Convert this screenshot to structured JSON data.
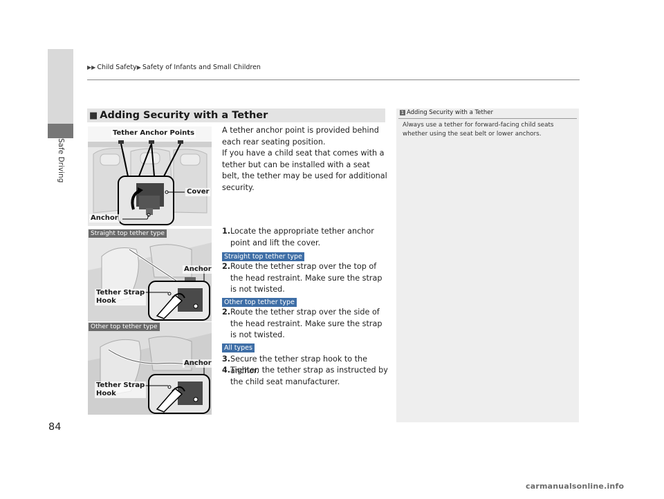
{
  "breadcrumb": {
    "part1": "Child Safety",
    "part2": "Safety of Infants and Small Children"
  },
  "side_label": "Safe Driving",
  "page_number": "84",
  "section": {
    "title": "Adding Security with a Tether"
  },
  "intro": [
    "A tether anchor point is provided behind each rear seating position.",
    "If you have a child seat that comes with a tether but can be installed with a seat belt, the tether may be used for additional security."
  ],
  "steps": [
    {
      "num": "1.",
      "text": "Locate the appropriate tether anchor point and lift the cover."
    },
    {
      "num": "2.",
      "text": "Route the tether strap over the top of the head restraint. Make sure the strap is not twisted."
    },
    {
      "num": "2.",
      "text": "Route the tether strap over the side of the head restraint. Make sure the strap is not twisted."
    },
    {
      "num": "3.",
      "text": "Secure the tether strap hook to the anchor."
    },
    {
      "num": "4.",
      "text": "Tighten the tether strap as instructed by the child seat manufacturer."
    }
  ],
  "tags": {
    "straight": "Straight top tether type",
    "other": "Other top tether type",
    "all": "All types"
  },
  "figure1": {
    "title_label": "Tether Anchor Points",
    "cover_label": "Cover",
    "anchor_label": "Anchor"
  },
  "figure2": {
    "caption": "Straight top tether type",
    "anchor_label": "Anchor",
    "hook_label_1": "Tether Strap",
    "hook_label_2": "Hook"
  },
  "figure3": {
    "caption": "Other top tether type",
    "anchor_label": "Anchor",
    "hook_label_1": "Tether Strap",
    "hook_label_2": "Hook"
  },
  "note": {
    "title": "Adding Security with a Tether",
    "text": "Always use a tether for forward-facing child seats whether using the seat belt or lower anchors."
  },
  "watermark": "carmanualsonline.info",
  "colors": {
    "tag": "#3e6ea6",
    "heading_bg": "#e3e3e3",
    "note_bg": "#eeeeee"
  }
}
